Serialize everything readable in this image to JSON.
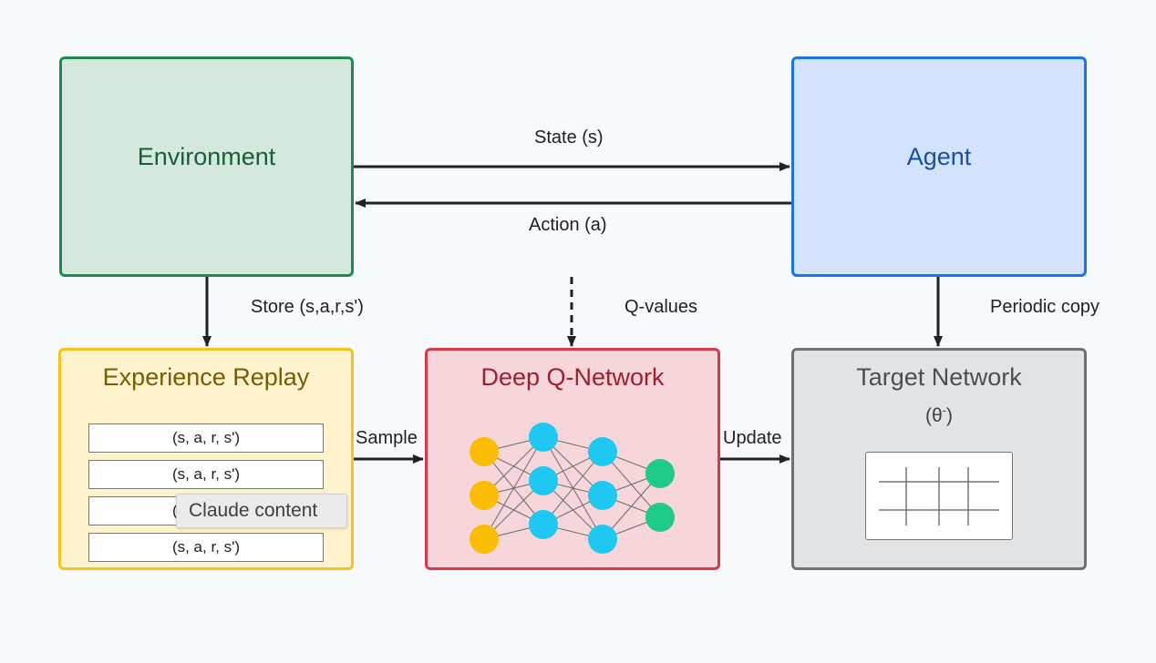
{
  "nodes": {
    "environment": {
      "label": "Environment",
      "color": "#1e8a51"
    },
    "agent": {
      "label": "Agent",
      "color": "#1a73e8"
    },
    "experience_replay": {
      "label": "Experience Replay",
      "color": "#f7c318",
      "memory_rows": [
        "(s, a, r, s')",
        "(s, a, r, s')",
        "(s, a, r, s')",
        "(s, a, r, s')"
      ]
    },
    "dqn": {
      "label": "Deep Q-Network",
      "color": "#d33b4b",
      "layer_colors": [
        "#fbbc04",
        "#1ec8f0",
        "#1ec8f0",
        "#1fc98a"
      ]
    },
    "target_network": {
      "label": "Target Network",
      "sub_symbol": "(θ",
      "sub_sup": "-",
      "sub_close": ")",
      "color": "#6b7178"
    }
  },
  "edges": {
    "state": "State (s)",
    "action": "Action (a)",
    "store": "Store (s,a,r,s')",
    "q_values": "Q-values",
    "periodic_copy": "Periodic copy",
    "sample": "Sample",
    "update": "Update"
  },
  "tooltip": {
    "text": "Claude content"
  }
}
